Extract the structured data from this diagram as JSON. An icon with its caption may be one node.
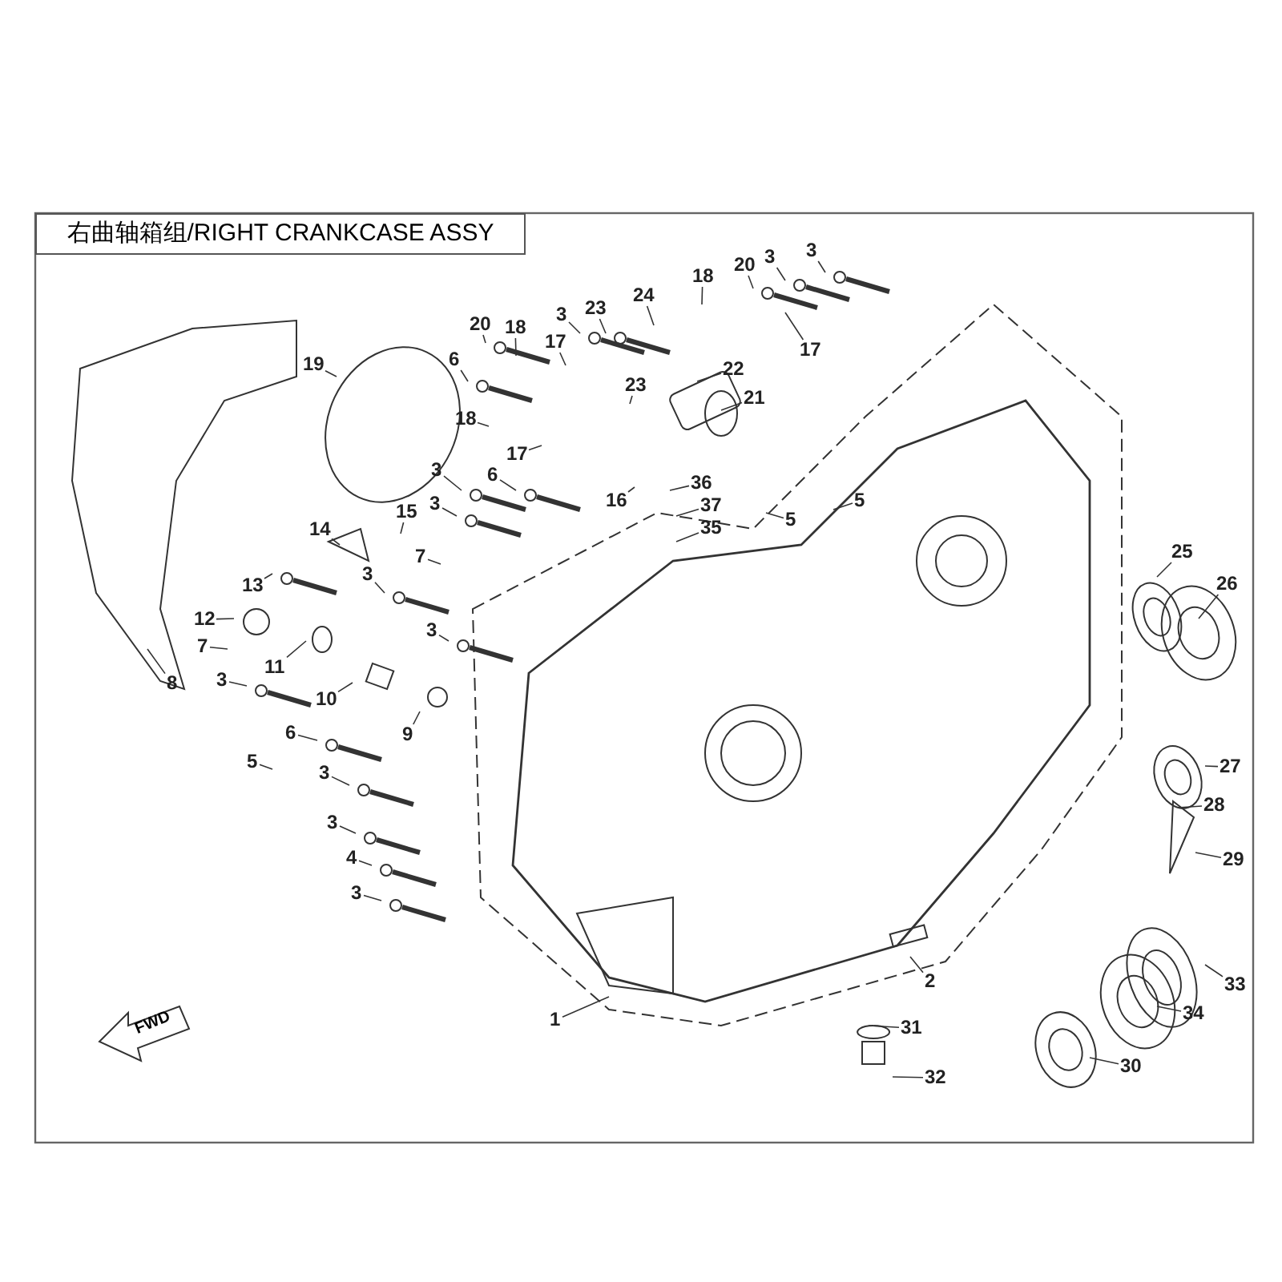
{
  "diagram": {
    "title": "右曲轴箱组/RIGHT CRANKCASE ASSY",
    "nodes": [
      {
        "text": [
          "3"
        ]
      },
      {
        "text": [
          "3"
        ]
      },
      {
        "text": [
          "20"
        ]
      },
      {
        "text": [
          "18"
        ]
      },
      {
        "text": [
          "3"
        ]
      },
      {
        "text": [
          "23"
        ]
      },
      {
        "text": [
          "24"
        ]
      },
      {
        "text": [
          "20"
        ]
      },
      {
        "text": [
          "18"
        ]
      },
      {
        "text": [
          "17"
        ]
      },
      {
        "text": [
          "17"
        ]
      },
      {
        "text": [
          "6"
        ]
      },
      {
        "text": [
          "19"
        ]
      },
      {
        "text": [
          "22"
        ]
      },
      {
        "text": [
          "23"
        ]
      },
      {
        "text": [
          "21"
        ]
      },
      {
        "text": [
          "18"
        ]
      },
      {
        "text": [
          "17"
        ]
      },
      {
        "text": [
          "3"
        ]
      },
      {
        "text": [
          "6"
        ]
      },
      {
        "text": [
          "36"
        ]
      },
      {
        "text": [
          "16"
        ]
      },
      {
        "text": [
          "5"
        ]
      },
      {
        "text": [
          "37"
        ]
      },
      {
        "text": [
          "3"
        ]
      },
      {
        "text": [
          "15"
        ]
      },
      {
        "text": [
          "5"
        ]
      },
      {
        "text": [
          "35"
        ]
      },
      {
        "text": [
          "14"
        ]
      },
      {
        "text": [
          "7"
        ]
      },
      {
        "text": [
          "3"
        ]
      },
      {
        "text": [
          "25"
        ]
      },
      {
        "text": [
          "26"
        ]
      },
      {
        "text": [
          "13"
        ]
      },
      {
        "text": [
          "12"
        ]
      },
      {
        "text": [
          "3"
        ]
      },
      {
        "text": [
          "7"
        ]
      },
      {
        "text": [
          "11"
        ]
      },
      {
        "text": [
          "3"
        ]
      },
      {
        "text": [
          "8"
        ]
      },
      {
        "text": [
          "10"
        ]
      },
      {
        "text": [
          "9"
        ]
      },
      {
        "text": [
          "6"
        ]
      },
      {
        "text": [
          "5"
        ]
      },
      {
        "text": [
          "27"
        ]
      },
      {
        "text": [
          "3"
        ]
      },
      {
        "text": [
          "28"
        ]
      },
      {
        "text": [
          "3"
        ]
      },
      {
        "text": [
          "29"
        ]
      },
      {
        "text": [
          "4"
        ]
      },
      {
        "text": [
          "3"
        ]
      },
      {
        "text": [
          "2"
        ]
      },
      {
        "text": [
          "33"
        ]
      },
      {
        "text": [
          "34"
        ]
      },
      {
        "text": [
          "1"
        ]
      },
      {
        "text": [
          "31"
        ]
      },
      {
        "text": [
          "32"
        ]
      },
      {
        "text": [
          "30"
        ]
      }
    ],
    "edges": [
      {
        "from": 0,
        "to": null,
        "arrow": "none"
      },
      {
        "from": 1,
        "to": null,
        "arrow": "none"
      },
      {
        "from": 2,
        "to": null,
        "arrow": "none"
      },
      {
        "from": 3,
        "to": null,
        "arrow": "none"
      },
      {
        "from": 4,
        "to": null,
        "arrow": "none"
      },
      {
        "from": 5,
        "to": null,
        "arrow": "none"
      },
      {
        "from": 6,
        "to": null,
        "arrow": "none"
      },
      {
        "from": 7,
        "to": null,
        "arrow": "none"
      },
      {
        "from": 8,
        "to": null,
        "arrow": "none"
      },
      {
        "from": 9,
        "to": null,
        "arrow": "none"
      },
      {
        "from": 10,
        "to": null,
        "arrow": "none"
      },
      {
        "from": 11,
        "to": null,
        "arrow": "none"
      },
      {
        "from": 12,
        "to": null,
        "arrow": "none"
      },
      {
        "from": 13,
        "to": null,
        "arrow": "none"
      },
      {
        "from": 14,
        "to": null,
        "arrow": "none"
      },
      {
        "from": 15,
        "to": null,
        "arrow": "none"
      },
      {
        "from": 16,
        "to": null,
        "arrow": "none"
      },
      {
        "from": 17,
        "to": null,
        "arrow": "none"
      },
      {
        "from": 18,
        "to": null,
        "arrow": "none"
      },
      {
        "from": 19,
        "to": null,
        "arrow": "none"
      },
      {
        "from": 20,
        "to": null,
        "arrow": "none"
      },
      {
        "from": 21,
        "to": null,
        "arrow": "none"
      },
      {
        "from": 22,
        "to": null,
        "arrow": "none"
      },
      {
        "from": 23,
        "to": null,
        "arrow": "none"
      },
      {
        "from": 24,
        "to": null,
        "arrow": "none"
      },
      {
        "from": 25,
        "to": null,
        "arrow": "none"
      },
      {
        "from": 26,
        "to": null,
        "arrow": "none"
      },
      {
        "from": 27,
        "to": null,
        "arrow": "none"
      },
      {
        "from": 28,
        "to": null,
        "arrow": "none"
      },
      {
        "from": 29,
        "to": null,
        "arrow": "none"
      },
      {
        "from": 30,
        "to": null,
        "arrow": "none"
      },
      {
        "from": 31,
        "to": null,
        "arrow": "none"
      },
      {
        "from": 32,
        "to": null,
        "arrow": "none"
      },
      {
        "from": 33,
        "to": null,
        "arrow": "none"
      },
      {
        "from": 34,
        "to": null,
        "arrow": "none"
      },
      {
        "from": 35,
        "to": null,
        "arrow": "none"
      },
      {
        "from": 36,
        "to": null,
        "arrow": "none"
      },
      {
        "from": 37,
        "to": null,
        "arrow": "none"
      },
      {
        "from": 38,
        "to": null,
        "arrow": "none"
      },
      {
        "from": 39,
        "to": null,
        "arrow": "none"
      },
      {
        "from": 40,
        "to": null,
        "arrow": "none"
      },
      {
        "from": 41,
        "to": null,
        "arrow": "none"
      },
      {
        "from": 42,
        "to": null,
        "arrow": "none"
      },
      {
        "from": 43,
        "to": null,
        "arrow": "none"
      },
      {
        "from": 44,
        "to": null,
        "arrow": "none"
      },
      {
        "from": 45,
        "to": null,
        "arrow": "none"
      },
      {
        "from": 46,
        "to": null,
        "arrow": "none"
      },
      {
        "from": 47,
        "to": null,
        "arrow": "none"
      },
      {
        "from": 48,
        "to": null,
        "arrow": "none"
      },
      {
        "from": 49,
        "to": null,
        "arrow": "none"
      },
      {
        "from": 50,
        "to": null,
        "arrow": "none"
      },
      {
        "from": 51,
        "to": null,
        "arrow": "none"
      },
      {
        "from": 52,
        "to": null,
        "arrow": "none"
      },
      {
        "from": 53,
        "to": null,
        "arrow": "none"
      },
      {
        "from": 54,
        "to": null,
        "arrow": "none"
      },
      {
        "from": 55,
        "to": null,
        "arrow": "none"
      },
      {
        "from": 56,
        "to": null,
        "arrow": "none"
      },
      {
        "from": 57,
        "to": null,
        "arrow": "none"
      }
    ],
    "labels": [
      "FWD"
    ]
  }
}
